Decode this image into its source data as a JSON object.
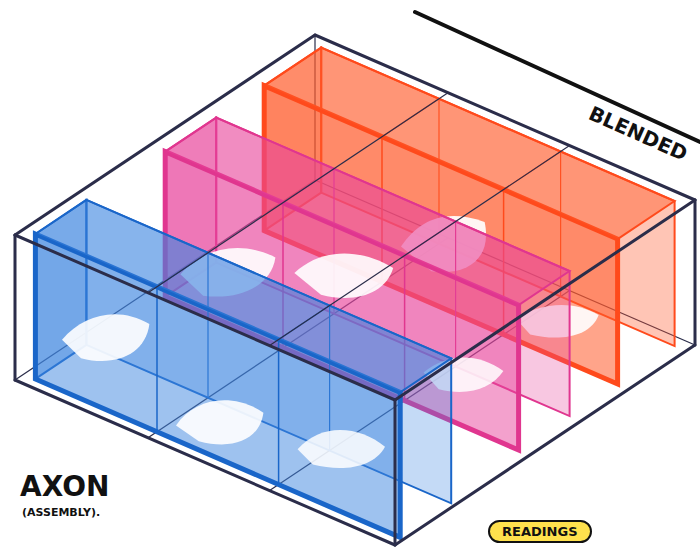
{
  "diagram": {
    "nodes": [
      {
        "text": [
          "READINGS"
        ]
      }
    ],
    "labels": [
      "BLENDED",
      "AXON",
      "(ASSEMBLY)."
    ]
  }
}
